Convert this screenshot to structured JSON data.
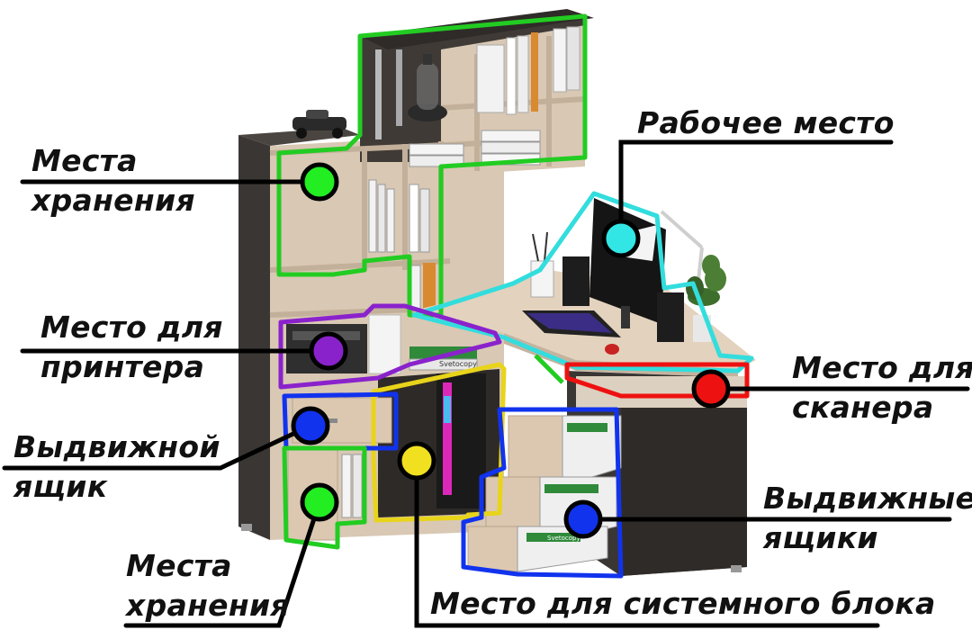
{
  "labels": {
    "storage_top": [
      "Места",
      "хранения"
    ],
    "workplace": "Рабочее место",
    "printer_place": [
      "Место для",
      "принтера"
    ],
    "scanner_place": [
      "Место для",
      "сканера"
    ],
    "drawer_single": [
      "Выдвижной",
      "ящик"
    ],
    "drawers_multi": [
      "Выдвижные",
      "ящики"
    ],
    "storage_bottom": [
      "Места",
      "хранения"
    ],
    "system_unit_place": "Место для системного блока"
  },
  "zone_colors": {
    "storage": "#22cc22",
    "workplace": "#33dddd",
    "printer": "#8a22cc",
    "scanner": "#ee1111",
    "drawer": "#1133ee",
    "system_unit": "#e8d41a"
  },
  "book_spines": [
    "Svetocopy",
    "Svetocopy"
  ],
  "icons": [
    "lamp-icon",
    "toy-car-icon",
    "keyboard-icon",
    "mouse-icon",
    "monitor-icon",
    "printer-icon",
    "plant-icon",
    "desk-lamp-icon",
    "pc-tower-icon"
  ]
}
